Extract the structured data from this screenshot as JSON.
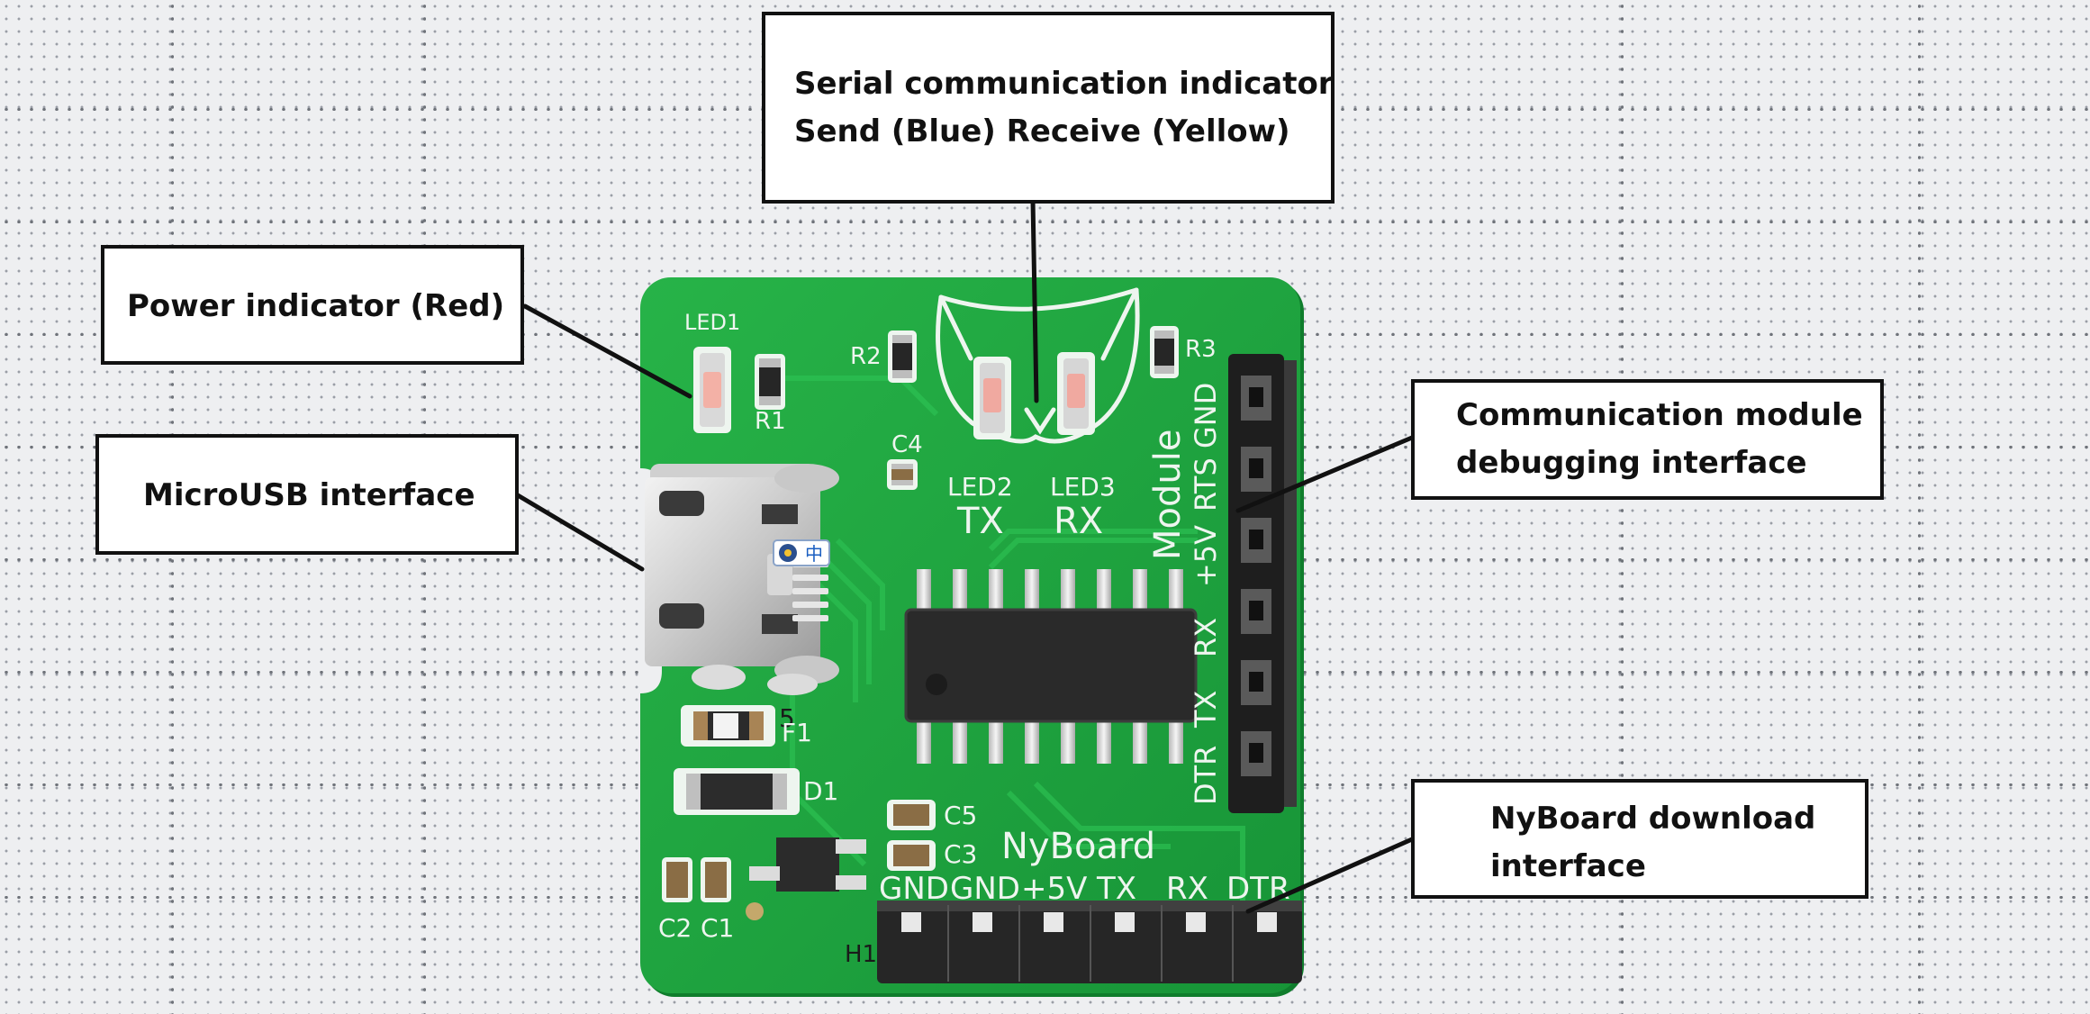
{
  "colors": {
    "background": "#eeeff1",
    "pcb_green": "#1fa53f",
    "silkscreen": "#eef5ef",
    "callout_border": "#111111",
    "leader_line": "#111111"
  },
  "callouts": {
    "serial_indicator": {
      "line1": "Serial communication indicator",
      "line2": "Send (Blue) Receive (Yellow)"
    },
    "power_indicator": {
      "line1": "Power indicator (Red)"
    },
    "microusb": {
      "line1": "MicroUSB interface"
    },
    "comm_module": {
      "line1": "Communication module",
      "line2": "debugging interface"
    },
    "nyboard_download": {
      "line1": "NyBoard download",
      "line2": "interface"
    }
  },
  "board_silkscreen": {
    "led1": "LED1",
    "r1": "R1",
    "r2": "R2",
    "r3": "R3",
    "c4": "C4",
    "led2": "LED2",
    "led3": "LED3",
    "tx": "TX",
    "rx": "RX",
    "module": "Module",
    "module_pins": [
      "GND",
      "RTS",
      "+5V",
      "RX",
      "TX",
      "DTR"
    ],
    "f1": "F1",
    "d1": "D1",
    "c5": "C5",
    "c3": "C3",
    "c2": "C2",
    "c1": "C1",
    "h1": "H1",
    "board_name": "NyBoard",
    "bottom_pins": [
      "GND",
      "GND",
      "+5V",
      "TX",
      "RX",
      "DTR"
    ],
    "fuse_mark": "5"
  }
}
